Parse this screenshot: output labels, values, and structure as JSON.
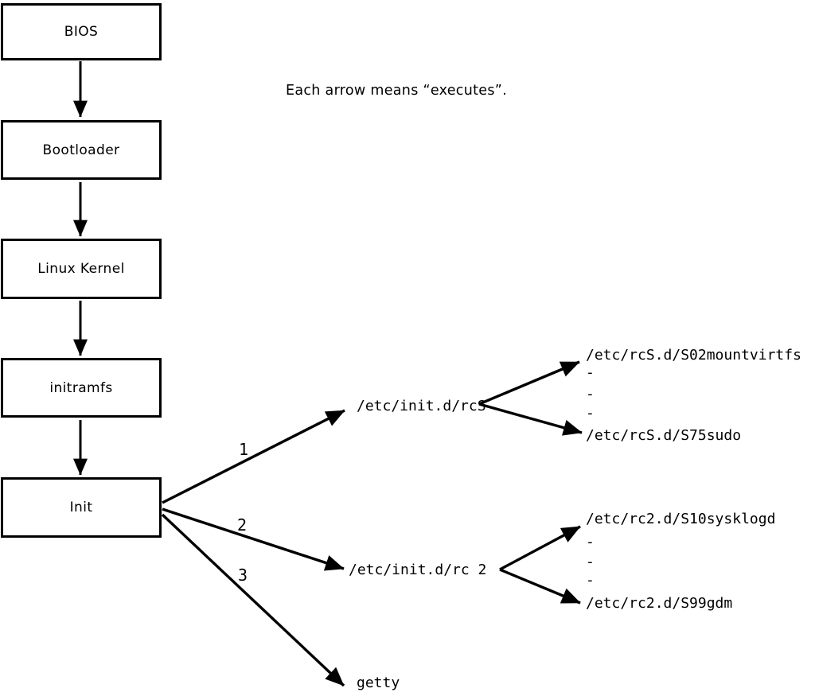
{
  "note": "Each arrow means “executes”.",
  "stages": [
    {
      "label": "BIOS"
    },
    {
      "label": "Bootloader"
    },
    {
      "label": "Linux Kernel"
    },
    {
      "label": "initramfs"
    },
    {
      "label": "Init"
    }
  ],
  "init_children": [
    {
      "order": "1",
      "label": "/etc/init.d/rcS"
    },
    {
      "order": "2",
      "label": "/etc/init.d/rc 2"
    },
    {
      "order": "3",
      "label": "getty"
    }
  ],
  "rcs_group": {
    "first": "/etc/rcS.d/S02mountvirtfs",
    "dots": [
      "-",
      "-",
      "-"
    ],
    "last": "/etc/rcS.d/S75sudo"
  },
  "rc2_group": {
    "first": "/etc/rc2.d/S10sysklogd",
    "dots": [
      "-",
      "-",
      "-"
    ],
    "last": "/etc/rc2.d/S99gdm"
  },
  "colors": {
    "ink": "#000000",
    "background": "#ffffff"
  }
}
